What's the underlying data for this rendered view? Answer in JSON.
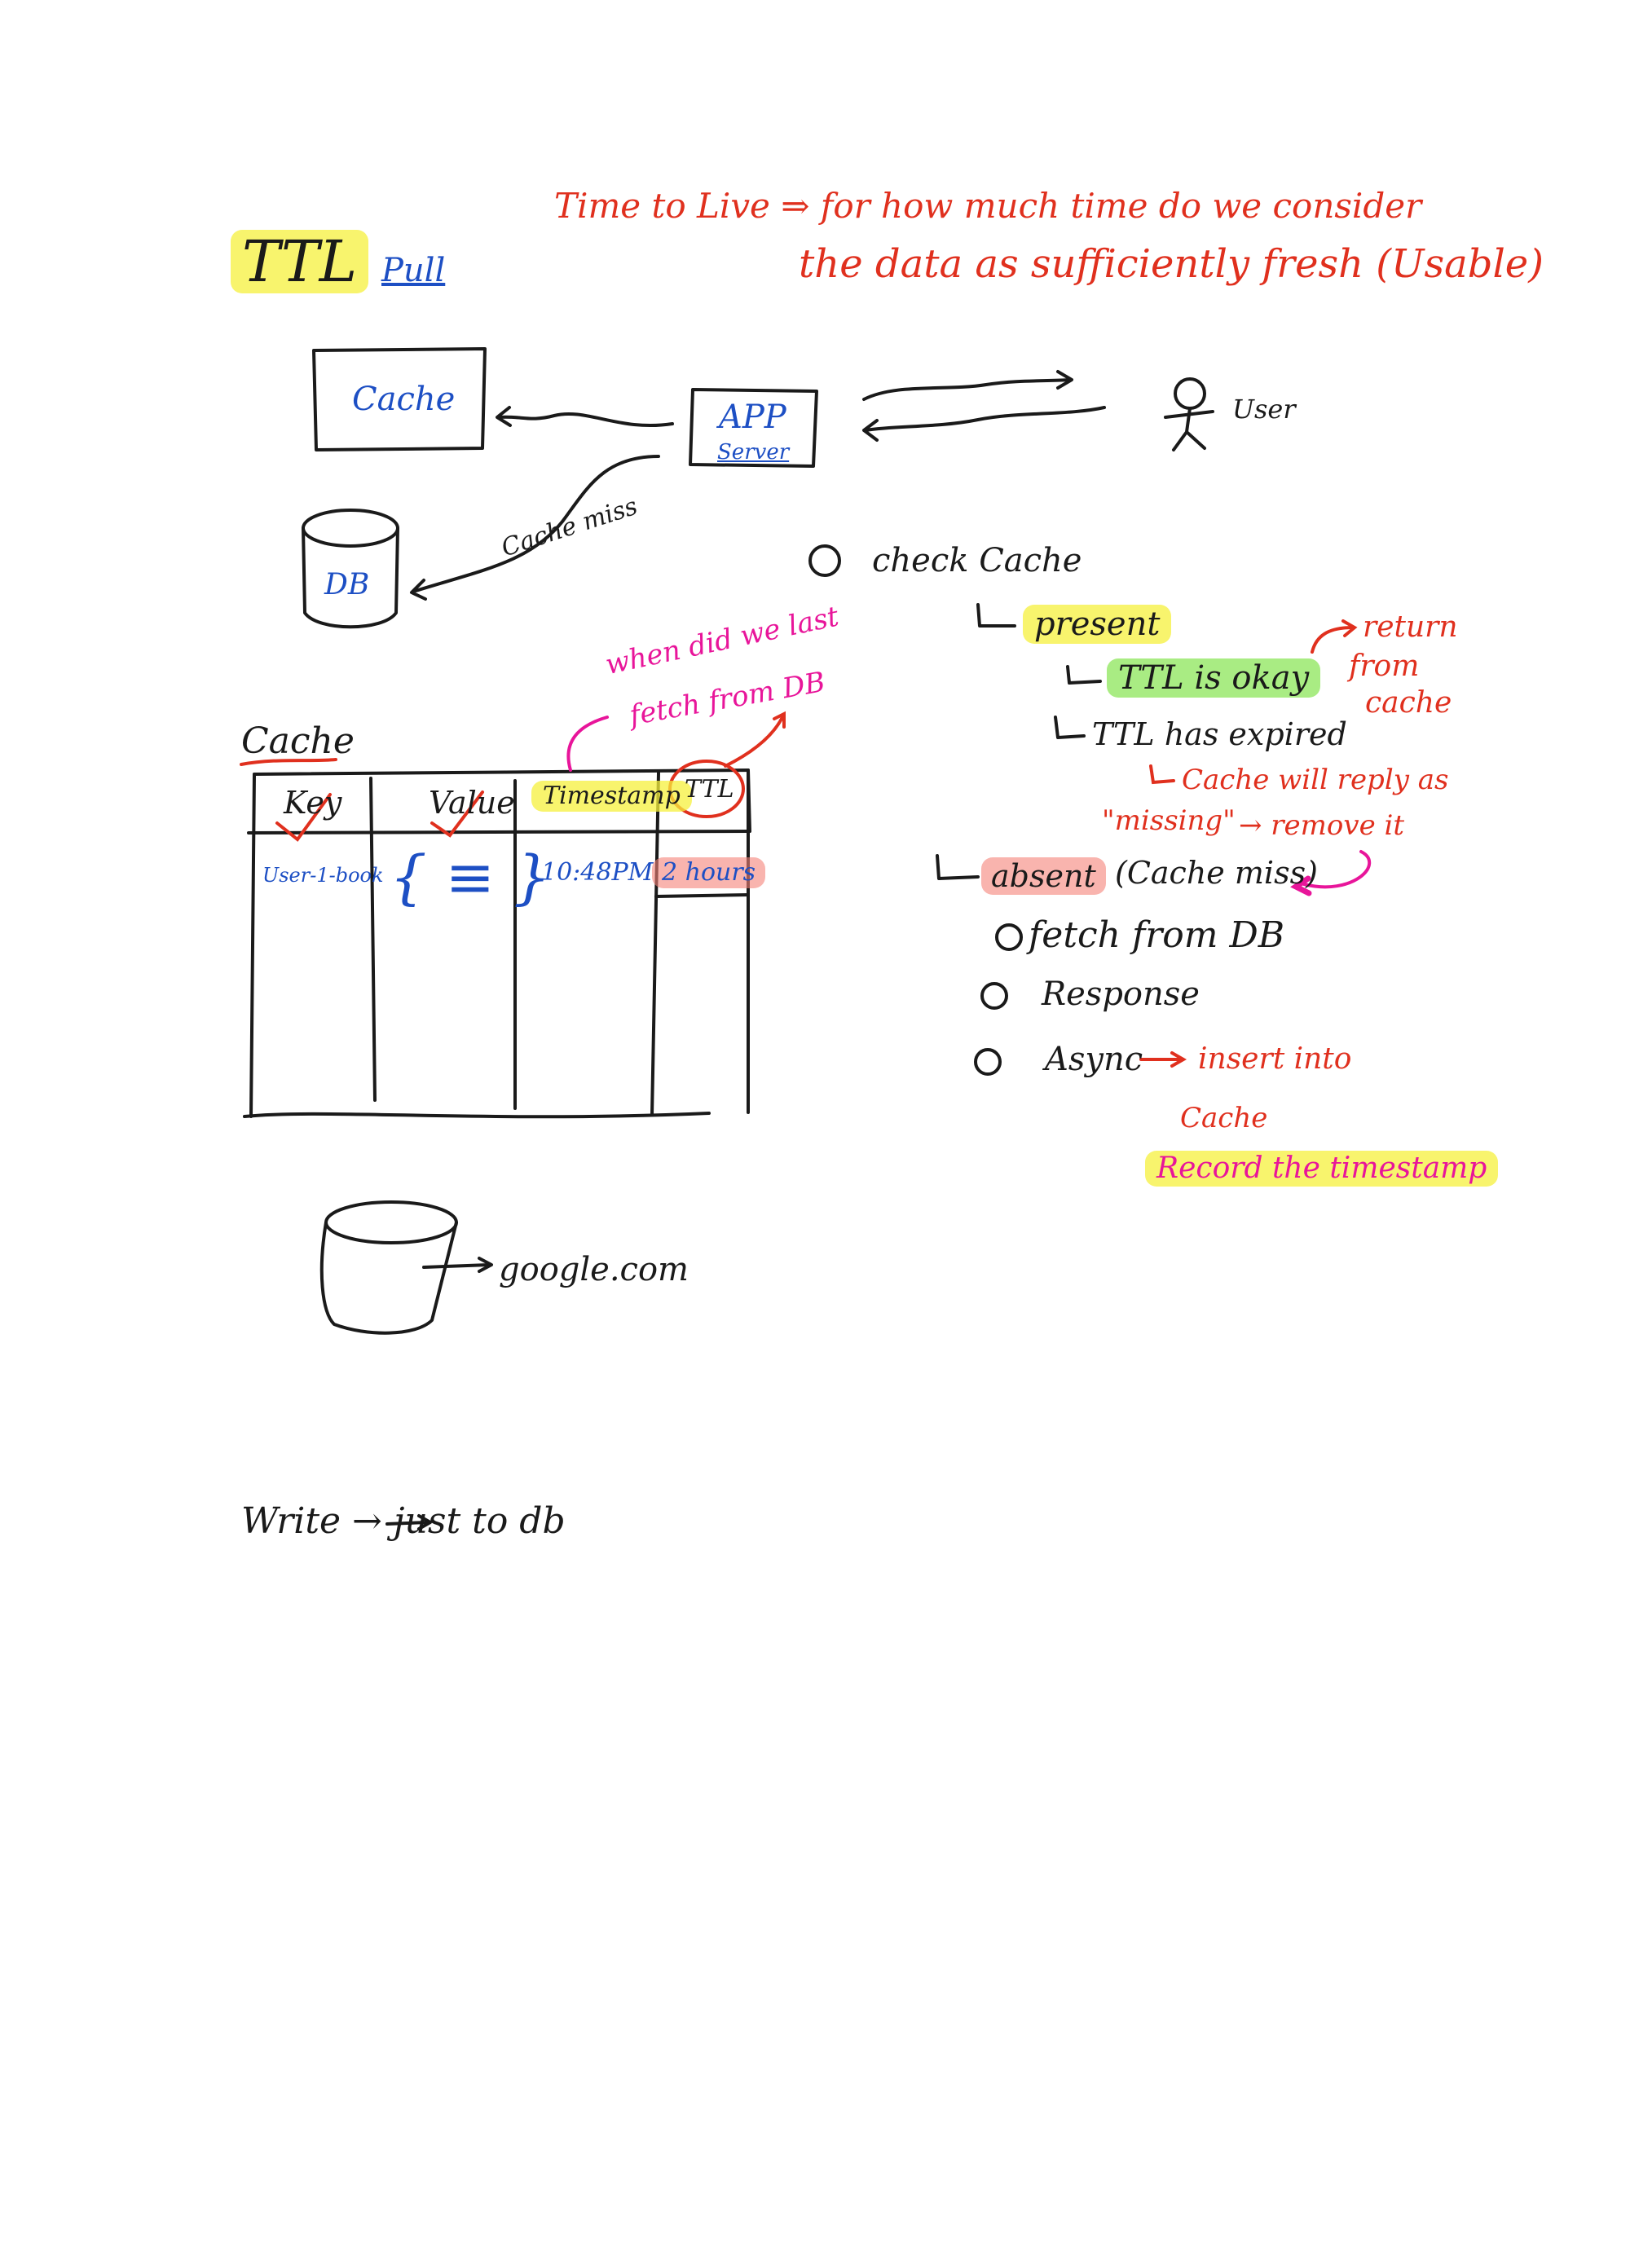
{
  "title": {
    "ttl": "TTL",
    "pull": "Pull",
    "definition_line1": "Time to Live  ⇒  for how much time do we consider",
    "definition_line2": "the data as  sufficiently fresh (Usable)"
  },
  "architecture": {
    "cache_box": "Cache",
    "app_server_line1": "APP",
    "app_server_line2": "Server",
    "user": "User",
    "db": "DB",
    "cache_miss": "Cache miss"
  },
  "flow": {
    "step1": "check Cache",
    "present": "present",
    "ttl_okay": "TTL is okay",
    "return_from_cache_1": "return",
    "return_from_cache_2": "from",
    "return_from_cache_3": "cache",
    "ttl_expired": "TTL has expired",
    "cache_will_reply": "Cache will reply as",
    "missing": "\"missing\"",
    "remove_it": "→ remove it",
    "absent": "absent",
    "cache_miss_paren": "(Cache miss)",
    "sub1": "fetch from DB",
    "sub2": "Response",
    "sub3": "Async",
    "insert_into": "insert into",
    "cache_word": "Cache",
    "record_timestamp": "Record the timestamp"
  },
  "cache_table": {
    "label": "Cache",
    "annotation_line1": "when did we last",
    "annotation_line2": "fetch from DB",
    "columns": [
      "Key",
      "Value",
      "Timestamp",
      "TTL"
    ],
    "row": {
      "key": "User-1-book",
      "value": "{ ≡ }",
      "timestamp": "10:48PM",
      "ttl": "2 hours"
    }
  },
  "misc": {
    "google": "google.com",
    "write_line": "Write  →  just to db"
  },
  "colors": {
    "red": "#e0301e",
    "blue": "#1d4fc4",
    "magenta": "#e8159a",
    "highlight_yellow": "#f5f03c",
    "highlight_green": "#8ce65a",
    "highlight_red": "#f58278"
  }
}
